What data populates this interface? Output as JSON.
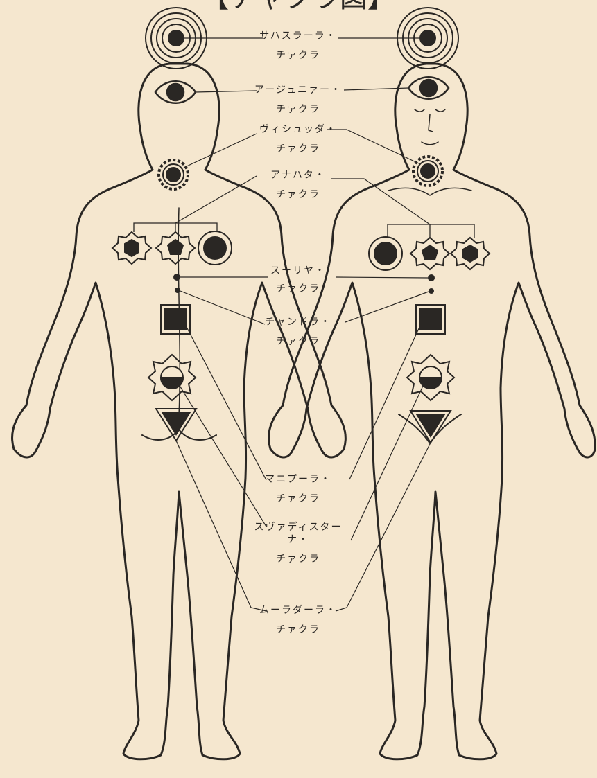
{
  "title": "【チャクラ図】",
  "colors": {
    "paper": "#f5e7cf",
    "ink": "#2a2724"
  },
  "chakras": [
    {
      "name": "サハスラーラ・",
      "suffix": "チァクラ",
      "symbol": "concentric-circles-icon"
    },
    {
      "name": "アージュニァー・",
      "suffix": "チァクラ",
      "symbol": "eye-icon"
    },
    {
      "name": "ヴィシュッダ・",
      "suffix": "チァクラ",
      "symbol": "lotus-circle-icon"
    },
    {
      "name": "アナハタ・",
      "suffix": "チァクラ",
      "symbol": "heart-trio-icon"
    },
    {
      "name": "スーリヤ・",
      "suffix": "チァクラ",
      "symbol": "dot-icon"
    },
    {
      "name": "チャンドラ・",
      "suffix": "チァクラ",
      "symbol": "dot-icon"
    },
    {
      "name": "マニプーラ・",
      "suffix": "チァクラ",
      "symbol": "square-icon"
    },
    {
      "name": "スヴァディスターナ・",
      "suffix": "チァクラ",
      "symbol": "half-moon-lotus-icon"
    },
    {
      "name": "ムーラダーラ・",
      "suffix": "チァクラ",
      "symbol": "inverted-triangle-icon"
    }
  ]
}
